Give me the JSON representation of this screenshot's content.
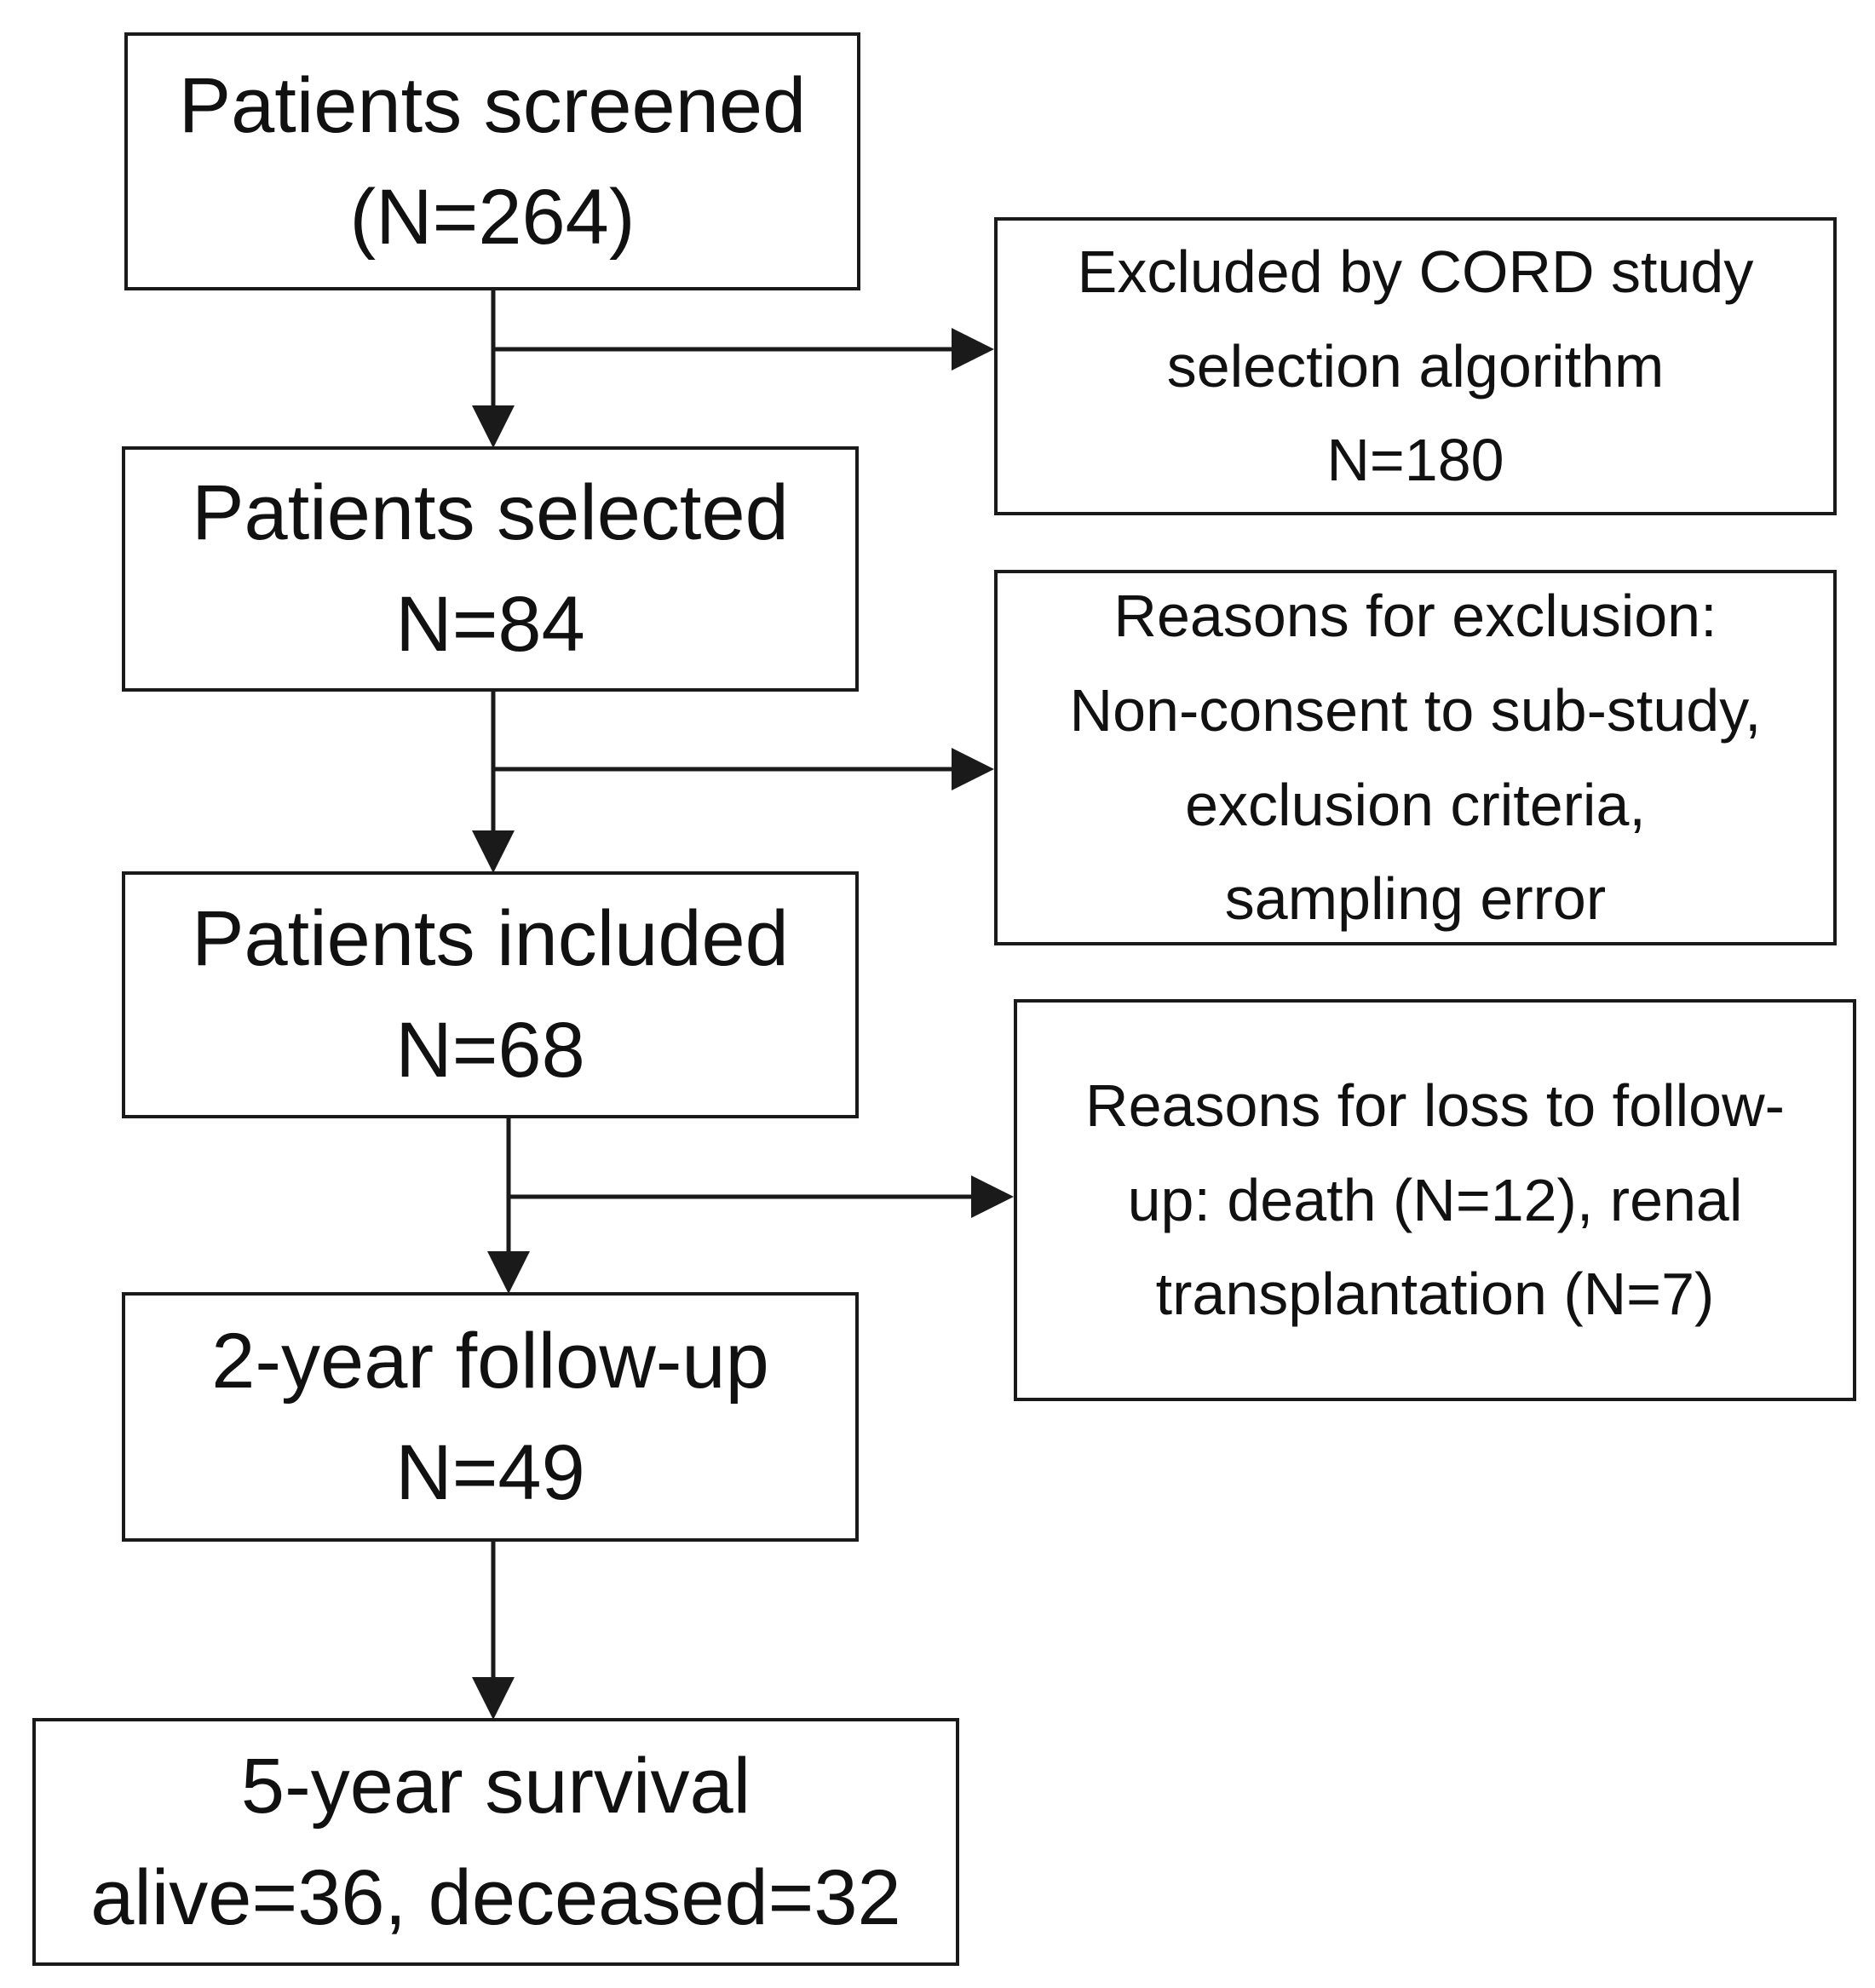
{
  "flowchart": {
    "main_boxes": [
      {
        "id": "screened",
        "lines": [
          "Patients screened",
          "(N=264)"
        ]
      },
      {
        "id": "selected",
        "lines": [
          "Patients selected",
          "N=84"
        ]
      },
      {
        "id": "included",
        "lines": [
          "Patients included",
          "N=68"
        ]
      },
      {
        "id": "followup",
        "lines": [
          "2-year follow-up",
          "N=49"
        ]
      },
      {
        "id": "survival",
        "lines": [
          "5-year survival",
          "alive=36, deceased=32"
        ]
      }
    ],
    "side_boxes": [
      {
        "id": "cord-excluded",
        "lines": [
          "Excluded by CORD study",
          "selection algorithm",
          "N=180"
        ]
      },
      {
        "id": "exclusion-reasons",
        "lines": [
          "Reasons for exclusion:",
          "Non-consent to sub-study,",
          "exclusion criteria,",
          "sampling error"
        ]
      },
      {
        "id": "loss-reasons",
        "lines": [
          "Reasons for loss to follow-",
          "up: death (N=12), renal",
          "transplantation (N=7)"
        ]
      }
    ]
  }
}
